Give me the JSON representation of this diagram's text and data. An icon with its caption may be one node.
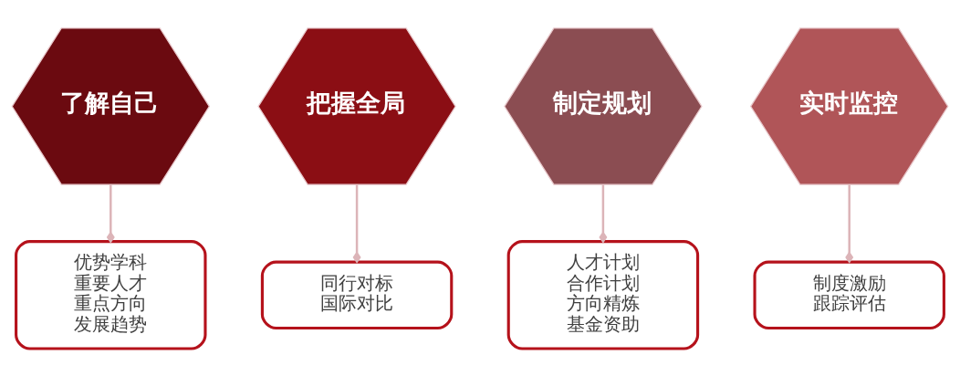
{
  "diagram": {
    "nodes": [
      {
        "text": [
          "了解自己"
        ]
      },
      {
        "text": [
          "把握全局"
        ]
      },
      {
        "text": [
          "制定规划"
        ]
      },
      {
        "text": [
          "实时监控"
        ]
      },
      {
        "text": [
          "优势学科",
          "重要人才",
          "重点方向",
          "发展趋势"
        ]
      },
      {
        "text": [
          "同行对标",
          "国际对比"
        ]
      },
      {
        "text": [
          "人才计划",
          "合作计划",
          "方向精炼",
          "基金资助"
        ]
      },
      {
        "text": [
          "制度激励",
          "跟踪评估"
        ]
      }
    ],
    "edges": [
      {
        "from": 0,
        "to": 4,
        "arrow": "other"
      },
      {
        "from": 1,
        "to": 5,
        "arrow": "other"
      },
      {
        "from": 2,
        "to": 6,
        "arrow": "other"
      },
      {
        "from": 3,
        "to": 7,
        "arrow": "other"
      }
    ]
  }
}
